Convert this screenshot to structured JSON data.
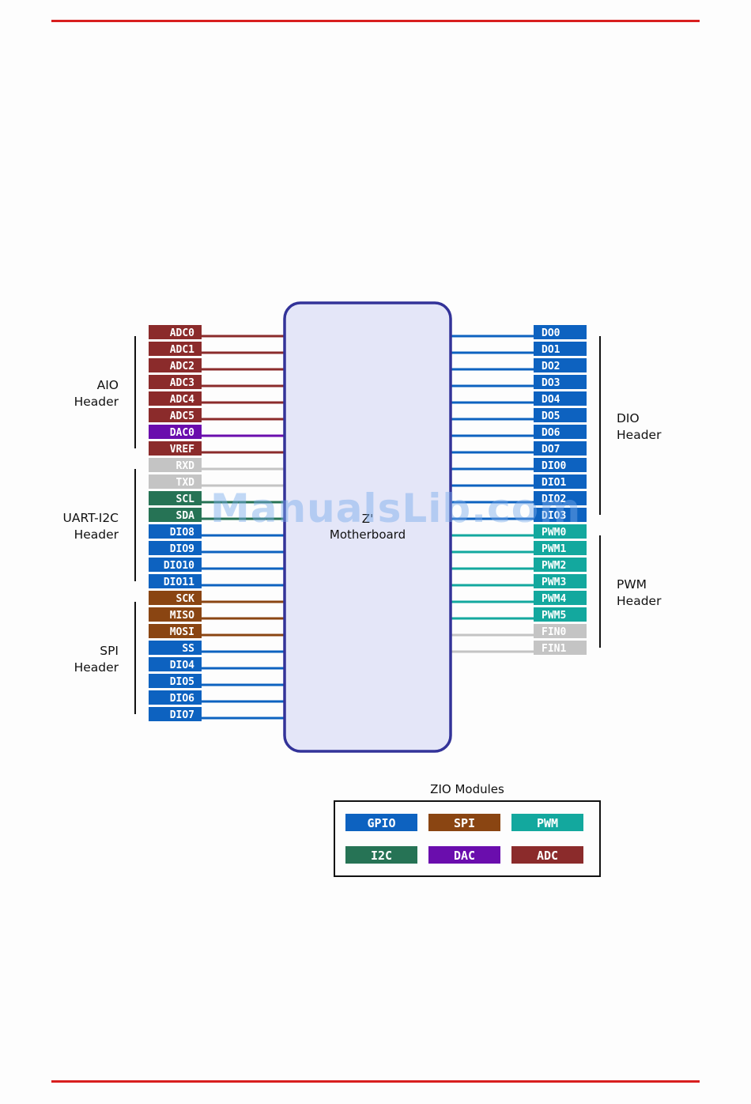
{
  "colors": {
    "ADC": "#8b2b2b",
    "DAC": "#6a0dad",
    "UART": "#c4c4c4",
    "I2C": "#267355",
    "GPIO": "#0d62c0",
    "SPI": "#8a4512",
    "PWM": "#13a89e",
    "FIN": "#c4c4c4",
    "board_fill": "#e4e6f8",
    "board_stroke": "#333399"
  },
  "board": {
    "label_line1": "Z'",
    "label_line2": "Motherboard"
  },
  "left_pins": [
    {
      "label": "ADC0",
      "type": "ADC"
    },
    {
      "label": "ADC1",
      "type": "ADC"
    },
    {
      "label": "ADC2",
      "type": "ADC"
    },
    {
      "label": "ADC3",
      "type": "ADC"
    },
    {
      "label": "ADC4",
      "type": "ADC"
    },
    {
      "label": "ADC5",
      "type": "ADC"
    },
    {
      "label": "DAC0",
      "type": "DAC"
    },
    {
      "label": "VREF",
      "type": "ADC"
    },
    {
      "label": "RXD",
      "type": "UART"
    },
    {
      "label": "TXD",
      "type": "UART"
    },
    {
      "label": "SCL",
      "type": "I2C"
    },
    {
      "label": "SDA",
      "type": "I2C"
    },
    {
      "label": "DIO8",
      "type": "GPIO"
    },
    {
      "label": "DIO9",
      "type": "GPIO"
    },
    {
      "label": "DIO10",
      "type": "GPIO"
    },
    {
      "label": "DIO11",
      "type": "GPIO"
    },
    {
      "label": "SCK",
      "type": "SPI"
    },
    {
      "label": "MISO",
      "type": "SPI"
    },
    {
      "label": "MOSI",
      "type": "SPI"
    },
    {
      "label": "SS",
      "type": "GPIO"
    },
    {
      "label": "DIO4",
      "type": "GPIO"
    },
    {
      "label": "DIO5",
      "type": "GPIO"
    },
    {
      "label": "DIO6",
      "type": "GPIO"
    },
    {
      "label": "DIO7",
      "type": "GPIO"
    }
  ],
  "right_pins": [
    {
      "label": "DO0",
      "type": "GPIO"
    },
    {
      "label": "DO1",
      "type": "GPIO"
    },
    {
      "label": "DO2",
      "type": "GPIO"
    },
    {
      "label": "DO3",
      "type": "GPIO"
    },
    {
      "label": "DO4",
      "type": "GPIO"
    },
    {
      "label": "DO5",
      "type": "GPIO"
    },
    {
      "label": "DO6",
      "type": "GPIO"
    },
    {
      "label": "DO7",
      "type": "GPIO"
    },
    {
      "label": "DIO0",
      "type": "GPIO"
    },
    {
      "label": "DIO1",
      "type": "GPIO"
    },
    {
      "label": "DIO2",
      "type": "GPIO"
    },
    {
      "label": "DIO3",
      "type": "GPIO"
    },
    {
      "label": "PWM0",
      "type": "PWM"
    },
    {
      "label": "PWM1",
      "type": "PWM"
    },
    {
      "label": "PWM2",
      "type": "PWM"
    },
    {
      "label": "PWM3",
      "type": "PWM"
    },
    {
      "label": "PWM4",
      "type": "PWM"
    },
    {
      "label": "PWM5",
      "type": "PWM"
    },
    {
      "label": "FIN0",
      "type": "FIN"
    },
    {
      "label": "FIN1",
      "type": "FIN"
    }
  ],
  "left_groups": [
    {
      "line1": "AIO",
      "line2": "Header",
      "from": 0,
      "to": 7
    },
    {
      "line1": "UART-I2C",
      "line2": "Header",
      "from": 8,
      "to": 15
    },
    {
      "line1": "SPI",
      "line2": "Header",
      "from": 16,
      "to": 23
    }
  ],
  "right_groups": [
    {
      "line1": "DIO",
      "line2": "Header",
      "from": 0,
      "to": 11
    },
    {
      "line1": "PWM",
      "line2": "Header",
      "from": 12,
      "to": 19
    }
  ],
  "legend": {
    "title": "ZIO Modules",
    "items": [
      {
        "label": "GPIO",
        "type": "GPIO"
      },
      {
        "label": "SPI",
        "type": "SPI"
      },
      {
        "label": "PWM",
        "type": "PWM"
      },
      {
        "label": "I2C",
        "type": "I2C"
      },
      {
        "label": "DAC",
        "type": "DAC"
      },
      {
        "label": "ADC",
        "type": "ADC"
      }
    ]
  },
  "watermark": "ManualsLib.com"
}
